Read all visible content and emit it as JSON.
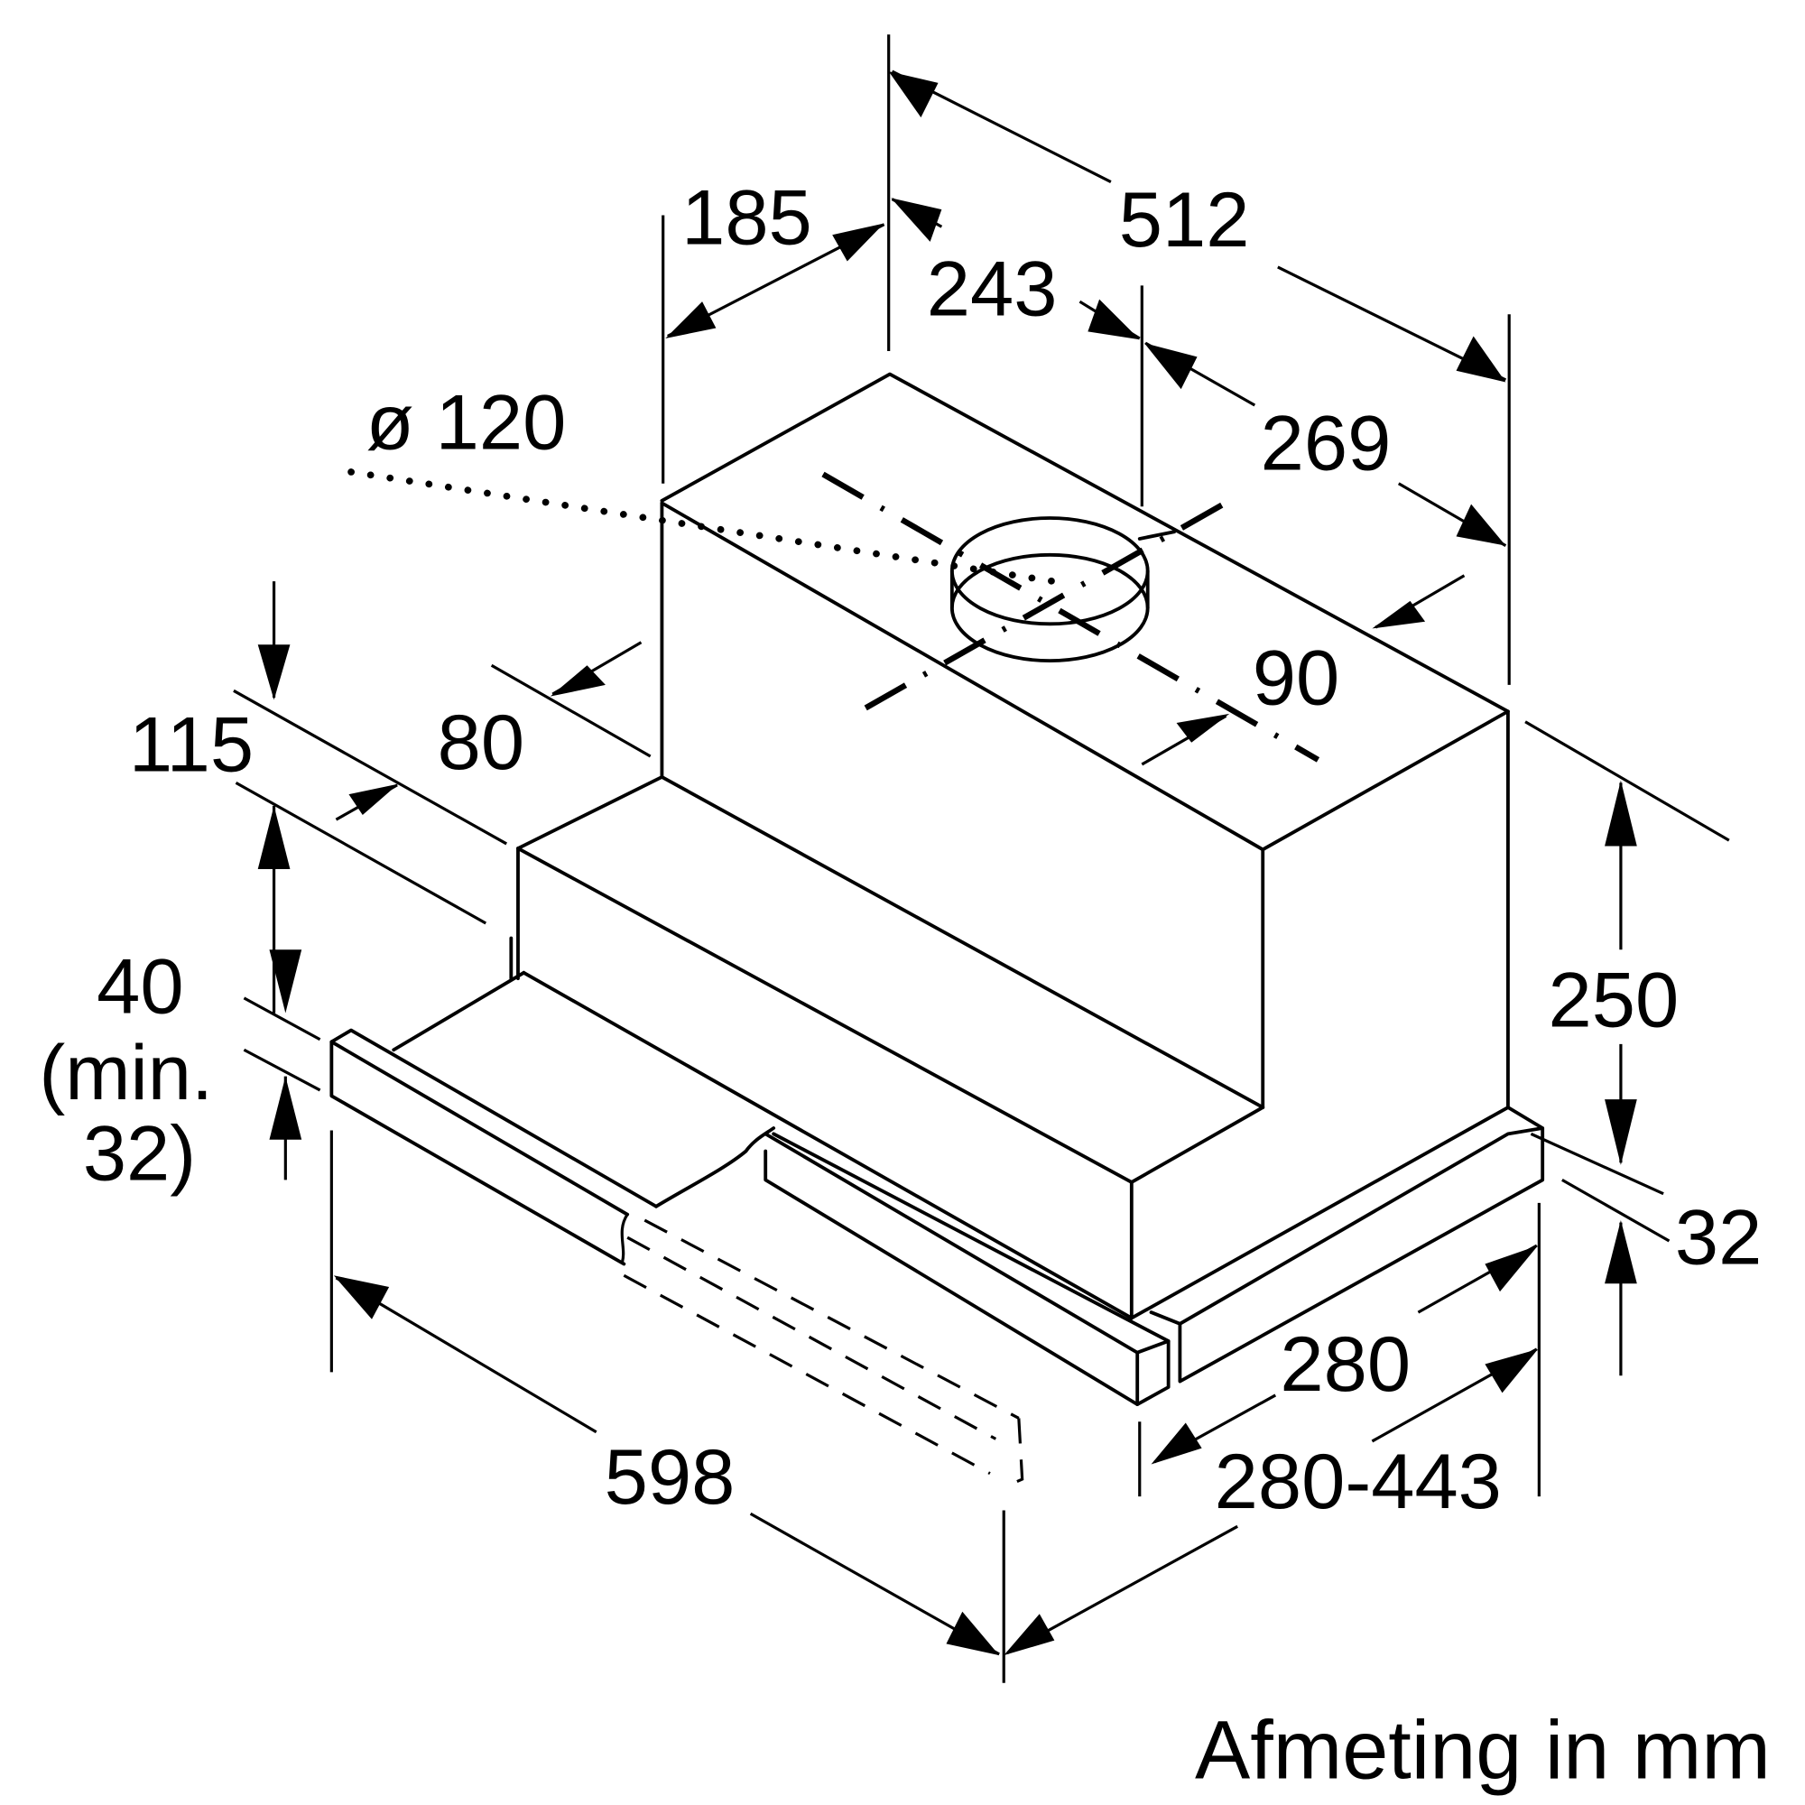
{
  "title": "Afmeting in mm",
  "dimensions": {
    "d512": "512",
    "d185": "185",
    "d243": "243",
    "d269": "269",
    "d120": "ø 120",
    "d90": "90",
    "d80": "80",
    "d115": "115",
    "d40": "40",
    "dmin1": "(min.",
    "dmin2": "32)",
    "d250": "250",
    "d32": "32",
    "d280": "280",
    "d280_443": "280-443",
    "d598": "598"
  }
}
